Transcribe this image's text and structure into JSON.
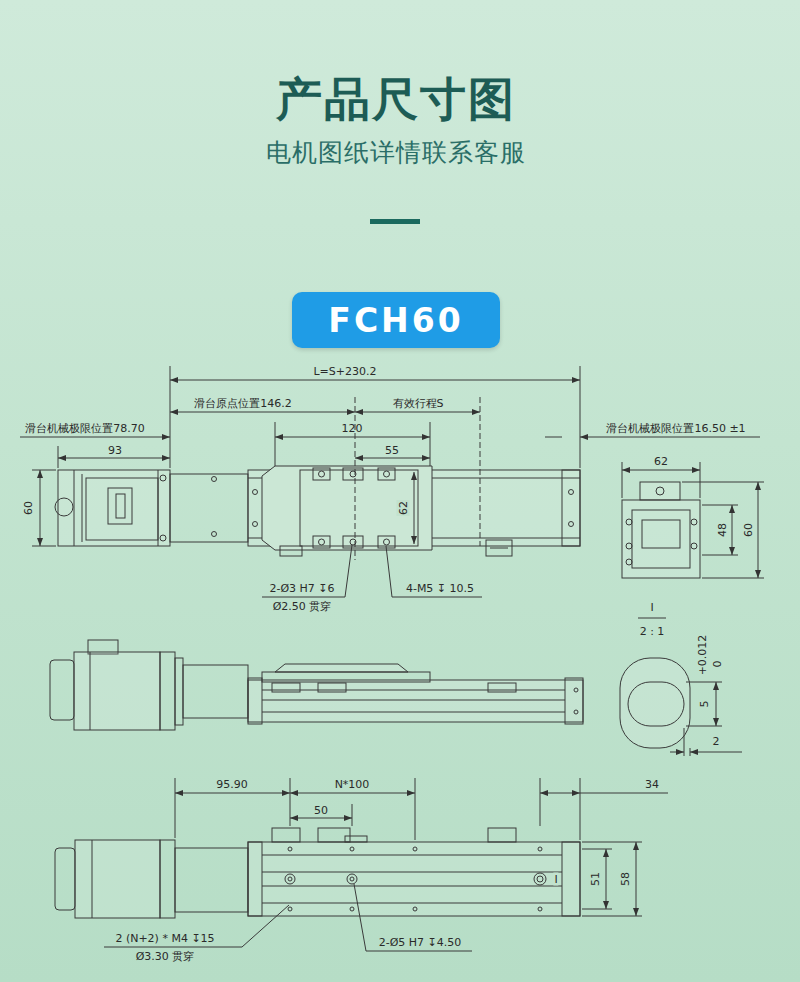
{
  "diagram": {
    "title": "产品尺寸图",
    "nodes": [
      {
        "text": [
          "FCH60"
        ]
      }
    ],
    "labels": [
      "电机图纸详情联系客服",
      "L=S+230.2",
      "滑台原点位置146.2",
      "有效行程S",
      "滑台机械极限位置78.70",
      "120",
      "滑台机械极限位置16.50 ±1",
      "93",
      "55",
      "62",
      "60",
      "62",
      "48",
      "60",
      "2-Ø3 H7 ↧6",
      "4-M5 ↧ 10.5",
      "Ø2.50 贯穿",
      "I",
      "2 : 1",
      "+0.012",
      "0",
      "5",
      "2",
      "95.90",
      "N*100",
      "34",
      "50",
      "I",
      "51",
      "58",
      "2 (N+2) * M4 ↧15",
      "2-Ø5 H7 ↧4.50",
      "Ø3.30 贯穿"
    ]
  }
}
